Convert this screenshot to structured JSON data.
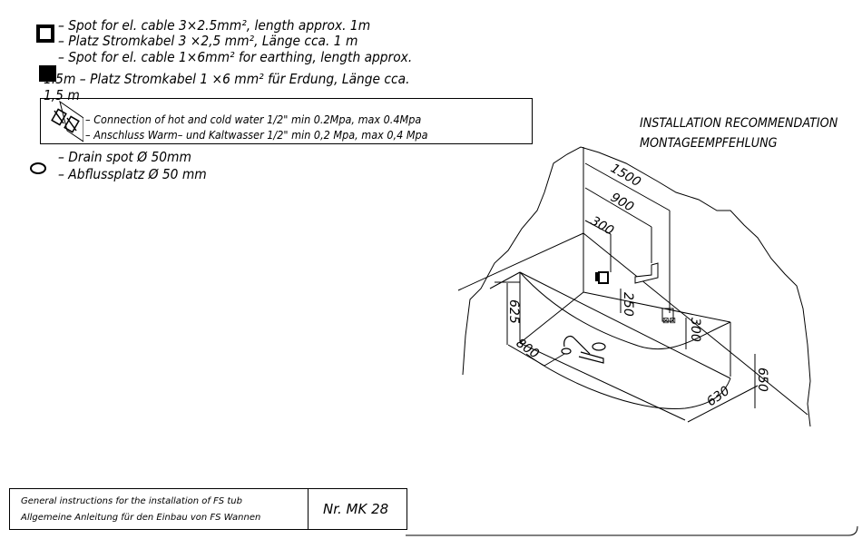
{
  "legend": {
    "cable_3x25": {
      "icon": "hollow-square-icon",
      "en": "– Spot for el. cable 3×2.5mm², length approx. 1m",
      "de": "– Platz Stromkabel 3 ×2,5 mm², Länge cca. 1 m"
    },
    "cable_1x6": {
      "icon": "filled-square-icon",
      "en": "– Spot for el. cable 1×6mm² for earthing, length approx.",
      "de": "1.5m – Platz Stromkabel 1 ×6 mm² für Erdung, Länge cca.",
      "de_cont": "1,5 m"
    },
    "water": {
      "icon": "water-valve-icon",
      "en": "– Connection of hot and cold water 1/2\" min 0.2Mpa, max 0.4Mpa",
      "de": "– Anschluss Warm– und Kaltwasser 1/2\" min 0,2 Mpa, max 0,4 Mpa"
    },
    "drain": {
      "icon": "oval-icon",
      "en": "– Drain spot Ø 50mm",
      "de": "– Abflussplatz Ø 50 mm"
    }
  },
  "heading": {
    "en": "INSTALLATION RECOMMENDATION",
    "de": "MONTAGEEMPFEHLUNG"
  },
  "dimensions": {
    "d1500": "1500",
    "d900": "900",
    "d300a": "300",
    "d250": "250",
    "d300b": "300",
    "d625": "625",
    "d800": "800",
    "d630": "630",
    "d650": "650"
  },
  "title_block": {
    "line1": "General instructions for the installation of FS tub",
    "line2": "Allgemeine Anleitung für den Einbau von FS Wannen",
    "number": "Nr. MK 28"
  }
}
